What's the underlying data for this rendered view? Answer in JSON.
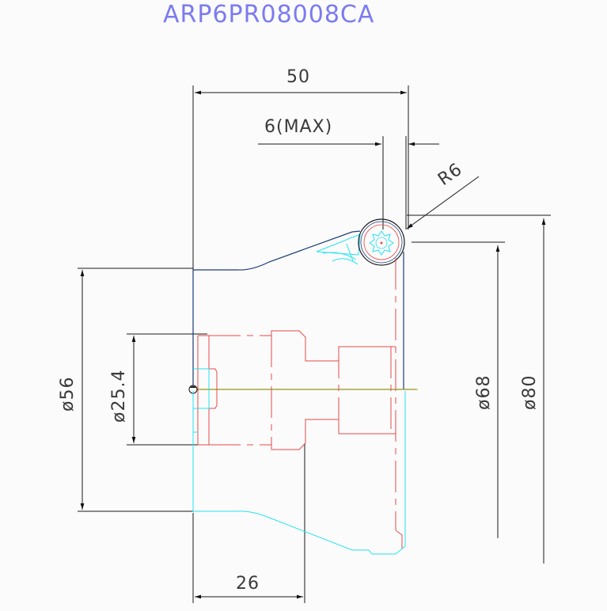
{
  "title": "ARP6PR08008CA",
  "dimensions": {
    "width_total": "50",
    "max_depth": "6(MAX)",
    "radius": "R6",
    "bore_diameter": "ø25.4",
    "hub_diameter": "ø56",
    "inner_diameter": "ø68",
    "outer_diameter": "ø80",
    "hub_width": "26"
  },
  "colors": {
    "title": "#7b7bf0",
    "outline": "#1c3c78",
    "hidden": "#e84a4a",
    "mirror": "#23e3f0",
    "dimension": "#1a1a1a",
    "centerline": "#b5a900"
  }
}
